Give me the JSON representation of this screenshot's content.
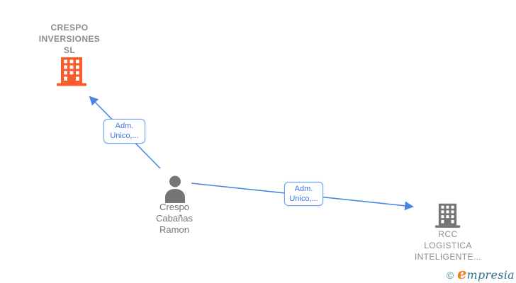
{
  "page": {
    "background": "#ffffff"
  },
  "diagram": {
    "nodes": [
      {
        "id": "crespo-inversiones-sl",
        "type": "company",
        "label": "CRESPO INVERSIONES SL",
        "label_lines": [
          "CRESPO",
          "INVERSIONES",
          "SL"
        ],
        "icon": "building-icon",
        "highlighted": true
      },
      {
        "id": "crespo-cabanas-ramon",
        "type": "person",
        "label": "Crespo Cabañas Ramon",
        "label_lines": [
          "Crespo",
          "Cabañas",
          "Ramon"
        ],
        "icon": "person-icon",
        "highlighted": false
      },
      {
        "id": "rcc-logistica-inteligente",
        "type": "company",
        "label": "RCC LOGISTICA INTELIGENTE...",
        "label_lines": [
          "RCC",
          "LOGISTICA",
          "INTELIGENTE..."
        ],
        "icon": "building-icon",
        "highlighted": false
      }
    ],
    "edges": [
      {
        "from": "crespo-cabanas-ramon",
        "to": "crespo-inversiones-sl",
        "label": "Adm. Unico,...",
        "label_lines": [
          "Adm.",
          "Unico,..."
        ]
      },
      {
        "from": "crespo-cabanas-ramon",
        "to": "rcc-logistica-inteligente",
        "label": "Adm. Unico,...",
        "label_lines": [
          "Adm.",
          "Unico,..."
        ]
      }
    ]
  },
  "watermark": {
    "copyright_symbol": "©",
    "brand_initial": "e",
    "brand_rest": "mpresia"
  },
  "colors": {
    "page_bg": "#ffffff",
    "edge_blue": "#4A86E8",
    "edge_border_blue": "#6FA0EC",
    "edge_label_blue": "#3B76E4",
    "company_highlight": "#FB5A2D",
    "node_gray": "#757575",
    "label_gray": "#8C8C8C",
    "brand_orange": "#E8831F",
    "brand_teal": "#4A8A99",
    "brand_teal2": "#2E7390"
  }
}
